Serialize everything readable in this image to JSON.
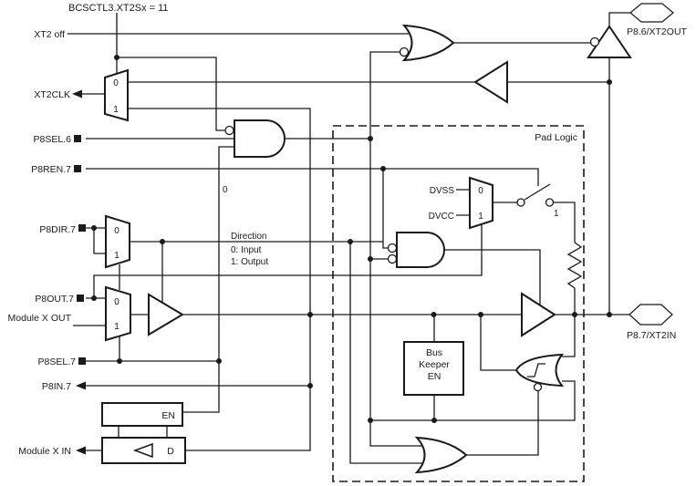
{
  "diagram": {
    "colors": {
      "line": "#1a1a1a",
      "bg": "#ffffff"
    },
    "top_note": "BCSCTL3.XT2Sx = 11",
    "signals": {
      "xt2_off": "XT2 off",
      "xt2clk": "XT2CLK",
      "p8sel6": "P8SEL.6",
      "p8ren7": "P8REN.7",
      "p8dir7": "P8DIR.7",
      "p8out7": "P8OUT.7",
      "module_x_out": "Module X OUT",
      "p8sel7": "P8SEL.7",
      "p8in7": "P8IN.7",
      "module_x_in": "Module X IN"
    },
    "pads": {
      "p86": "P8.6/XT2OUT",
      "p87": "P8.7/XT2IN"
    },
    "pad_logic_label": "Pad Logic",
    "direction_note": {
      "line1": "Direction",
      "line2": "0: Input",
      "line3": "1: Output"
    },
    "mux": {
      "zero": "0",
      "one": "1"
    },
    "constant_zero": "0",
    "switch_closed_label": "1",
    "supplies": {
      "dvss": "DVSS",
      "dvcc": "DVCC"
    },
    "bus_keeper": {
      "line1": "Bus",
      "line2": "Keeper",
      "line3": "EN"
    },
    "latch": {
      "en": "EN",
      "d": "D"
    }
  }
}
